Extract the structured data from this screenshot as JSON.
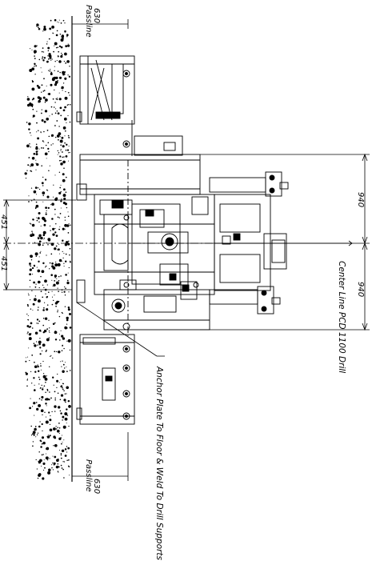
{
  "dimensions": {
    "top_passline_value": "630",
    "top_passline_label": "Passline",
    "bottom_passline_value": "630",
    "bottom_passline_label": "Passline",
    "left_upper": "451",
    "left_lower": "451",
    "right_upper": "940",
    "right_lower": "940"
  },
  "notes": {
    "center_line": "Center Line PCD 1100 Drill",
    "anchor_plate": "Anchor Plate To Floor & Weld To Drill Supports"
  },
  "colors": {
    "line": "#000000",
    "background": "#ffffff"
  }
}
